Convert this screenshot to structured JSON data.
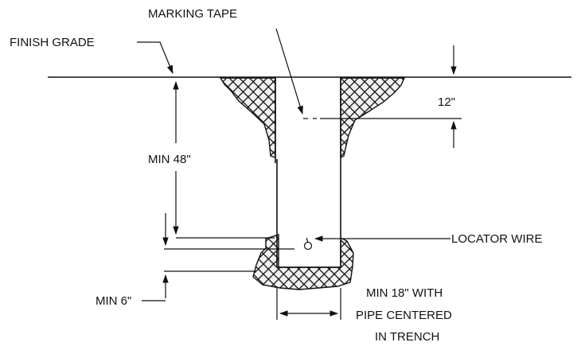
{
  "labels": {
    "finish_grade": "FINISH GRADE",
    "marking_tape": "MARKING TAPE",
    "depth_tape": "12\"",
    "min_depth": "MIN 48\"",
    "locator_wire": "LOCATOR WIRE",
    "min_bedding": "MIN 6\"",
    "width_line1": "MIN 18\" WITH",
    "width_line2": "PIPE CENTERED",
    "width_line3": "IN TRENCH"
  },
  "colors": {
    "ink": "#111111",
    "background": "#ffffff"
  }
}
